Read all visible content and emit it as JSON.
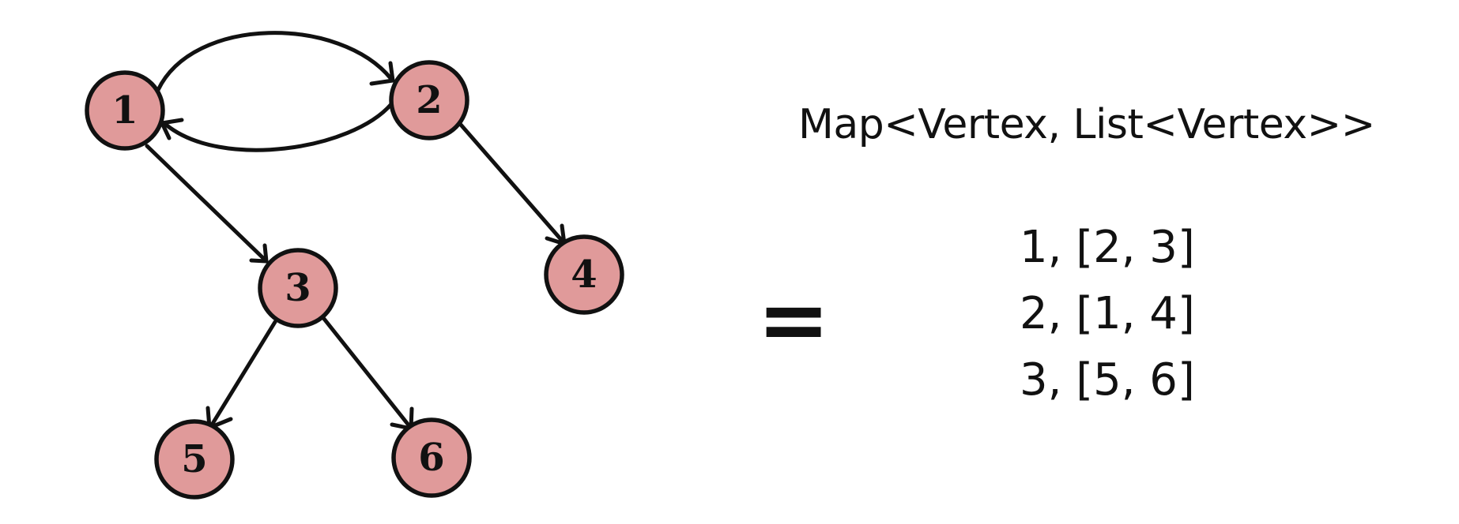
{
  "graph": {
    "nodes": [
      {
        "id": "1",
        "label": "1"
      },
      {
        "id": "2",
        "label": "2"
      },
      {
        "id": "3",
        "label": "3"
      },
      {
        "id": "4",
        "label": "4"
      },
      {
        "id": "5",
        "label": "5"
      },
      {
        "id": "6",
        "label": "6"
      }
    ],
    "edges": [
      {
        "from": "1",
        "to": "2"
      },
      {
        "from": "2",
        "to": "1"
      },
      {
        "from": "1",
        "to": "3"
      },
      {
        "from": "2",
        "to": "4"
      },
      {
        "from": "3",
        "to": "5"
      },
      {
        "from": "3",
        "to": "6"
      }
    ],
    "node_color": "#e09a9a",
    "stroke_color": "#111111"
  },
  "type_label": "Map<Vertex, List<Vertex>>",
  "equals_sign": "=",
  "adjacency": [
    {
      "text": "1, [2, 3]"
    },
    {
      "text": "2, [1, 4]"
    },
    {
      "text": "3, [5, 6]"
    }
  ]
}
